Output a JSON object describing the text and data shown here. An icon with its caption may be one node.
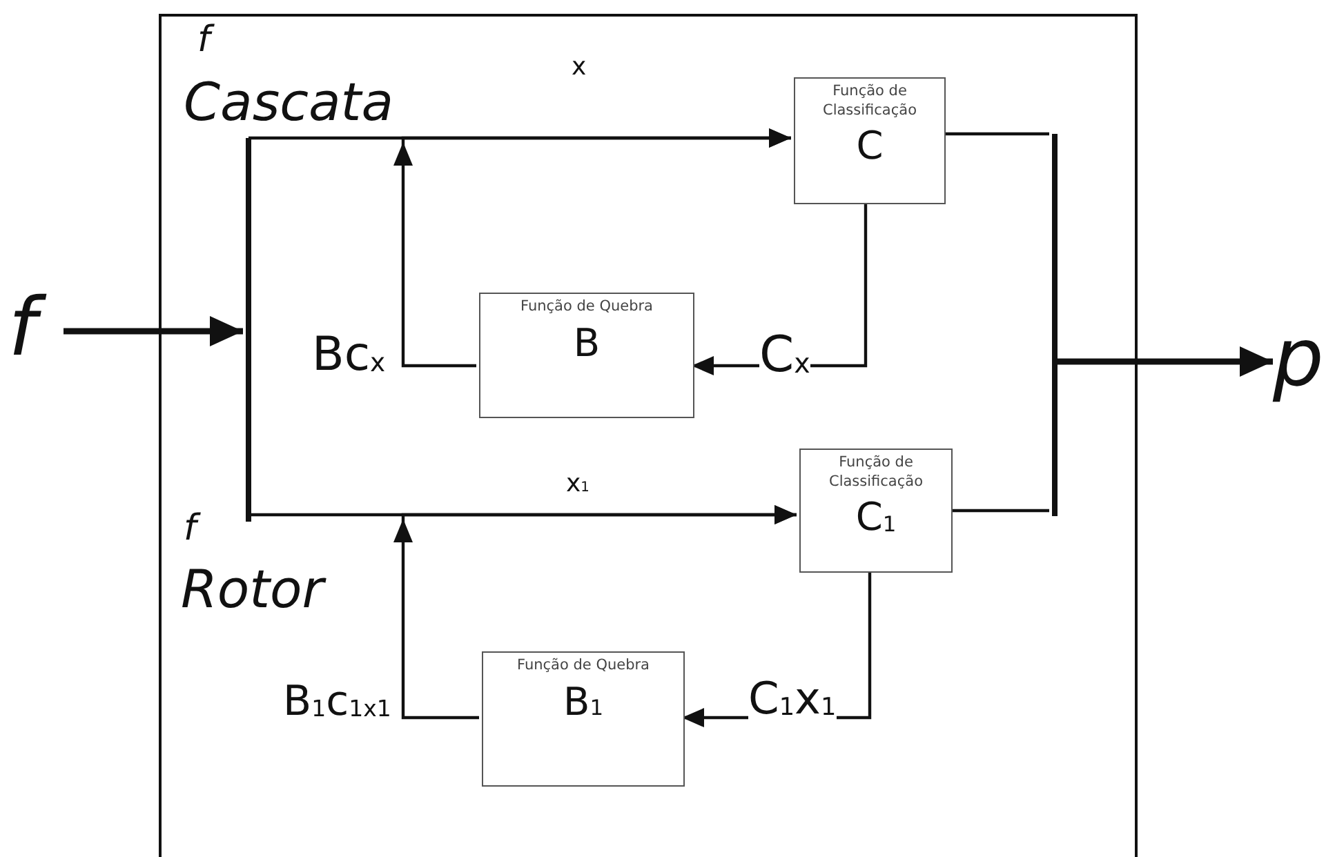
{
  "diagram": {
    "nodes": [
      {
        "text": [],
        "shape": "box"
      },
      {
        "text": [
          "f"
        ]
      },
      {
        "text": [],
        "shape": "bar",
        "in": 0
      },
      {
        "text": [
          "Função de Classificação",
          "C"
        ],
        "in": 0
      },
      {
        "text": [
          "Função de Quebra",
          "B"
        ],
        "in": 0
      },
      {
        "text": [
          "Função de Classificação",
          "C$_{1}$"
        ],
        "in": 0
      },
      {
        "text": [
          "Função de Quebra",
          "B$_{1}$"
        ],
        "in": 0
      },
      {
        "text": [],
        "shape": "bar",
        "in": 0
      },
      {
        "text": [
          "p"
        ]
      }
    ],
    "edges": [
      {
        "from": 1,
        "to": 2,
        "arrow": "to",
        "style": "thick"
      },
      {
        "from": 2,
        "to": 3,
        "arrow": "to",
        "label": "x"
      },
      {
        "from": 4,
        "to": 3,
        "arrow": "to",
        "label": "Bc$_{x}$"
      },
      {
        "from": 3,
        "to": 4,
        "arrow": "to",
        "label": "C$_{x}$"
      },
      {
        "from": 2,
        "to": 5,
        "arrow": "to",
        "label": "x$_{1}$"
      },
      {
        "from": 6,
        "to": 5,
        "arrow": "to",
        "label": "B$_{1}$c$_{1x1}$"
      },
      {
        "from": 5,
        "to": 6,
        "arrow": "to",
        "label": "C$_{1}$x$_{1}$"
      },
      {
        "from": 3,
        "to": 7,
        "arrow": "none"
      },
      {
        "from": 5,
        "to": 7,
        "arrow": "none"
      },
      {
        "from": 7,
        "to": 8,
        "arrow": "to",
        "style": "thick"
      }
    ],
    "labels": [
      "f",
      "Cascata",
      "f",
      "Rotor"
    ]
  }
}
